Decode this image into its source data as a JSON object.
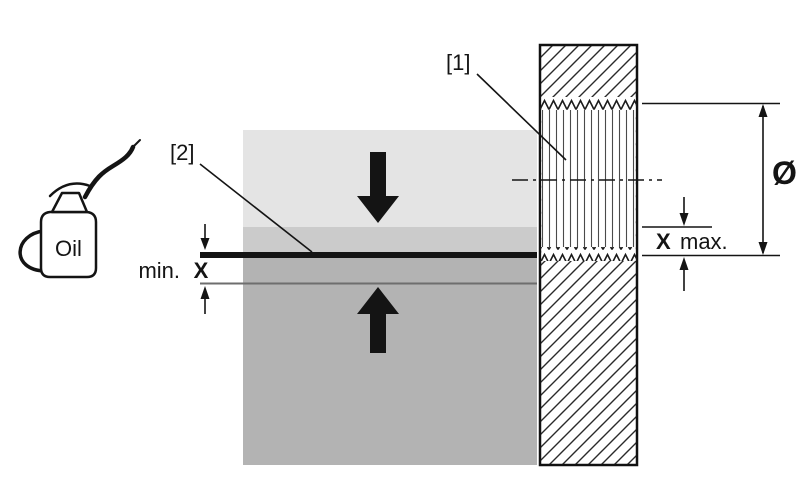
{
  "figure": {
    "labels": {
      "ref1": "[1]",
      "ref2": "[2]",
      "min_label": "min.",
      "min_symbol": "X",
      "max_symbol": "X",
      "max_label": "max.",
      "diameter_symbol": "Ø",
      "oil_can": "Oil"
    },
    "colors": {
      "upper_panel": "#e4e4e4",
      "compression_band": "#cbcbcb",
      "lower_panel": "#b3b3b3",
      "line": "#141414"
    }
  }
}
